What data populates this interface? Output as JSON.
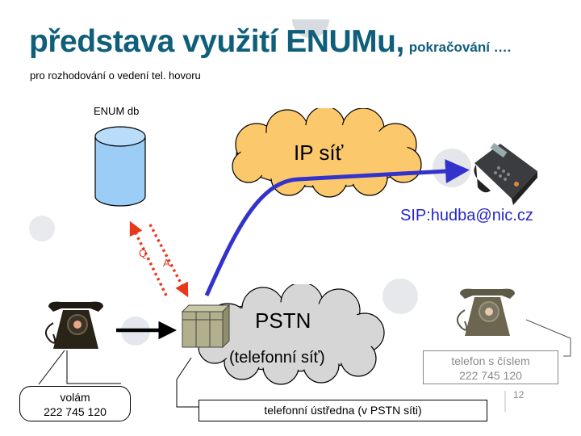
{
  "slide": {
    "title": "představa využití ENUMu,",
    "title_suffix": "pokračování ….",
    "subtitle": "pro rozhodování o vedení tel. hovoru",
    "page_number": "12"
  },
  "diagram": {
    "database": {
      "label": "ENUM db",
      "icon": "database-cylinder-icon",
      "color": "#9ccdf6"
    },
    "query_label": "Q",
    "answer_label": "A",
    "ip_cloud": {
      "label": "IP síť",
      "color": "#fcc86c"
    },
    "pstn_cloud": {
      "label": "PSTN",
      "sublabel": "(telefonní síť)",
      "color": "#d6d6d6"
    },
    "sip_address": "SIP:hudba@nic.cz",
    "caller_callout": {
      "line1": "volám",
      "line2": "222 745 120"
    },
    "exchange_callout": "telefonní ústředna (v PSTN síti)",
    "target_phone_callout": {
      "line1": "telefon s číslem",
      "line2": "222 745 120"
    },
    "colors": {
      "title": "#0f5f7a",
      "ip_path": "#3333cc",
      "qa_arrows": "#e8381a",
      "sip_text": "#2626c8"
    }
  }
}
